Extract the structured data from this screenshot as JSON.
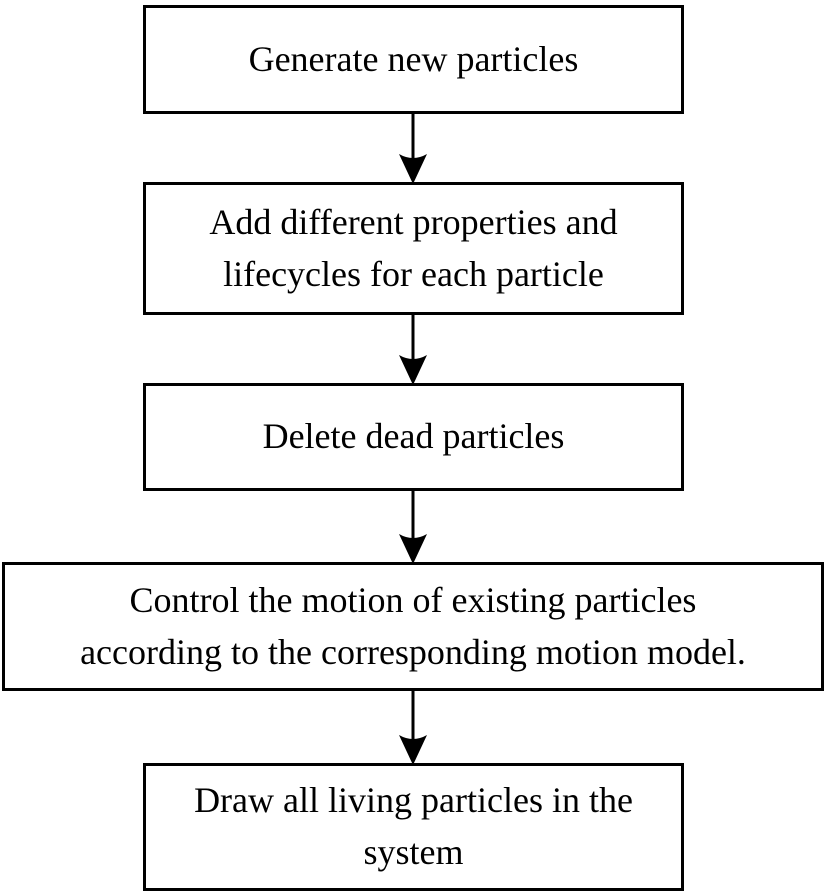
{
  "diagram": {
    "type": "flowchart",
    "direction": "top-down",
    "colors": {
      "background": "#ffffff",
      "box_border": "#000000",
      "box_fill": "#ffffff",
      "text": "#000000",
      "arrow": "#000000"
    },
    "nodes": [
      {
        "id": "generate",
        "label": "Generate new particles"
      },
      {
        "id": "add-props",
        "label": "Add different properties and\nlifecycles for each particle"
      },
      {
        "id": "delete",
        "label": "Delete dead particles"
      },
      {
        "id": "control",
        "label": "Control the motion of existing particles\naccording to the corresponding motion model."
      },
      {
        "id": "draw",
        "label": "Draw all living particles in the\nsystem"
      }
    ],
    "edges": [
      {
        "from": "generate",
        "to": "add-props"
      },
      {
        "from": "add-props",
        "to": "delete"
      },
      {
        "from": "delete",
        "to": "control"
      },
      {
        "from": "control",
        "to": "draw"
      }
    ]
  }
}
